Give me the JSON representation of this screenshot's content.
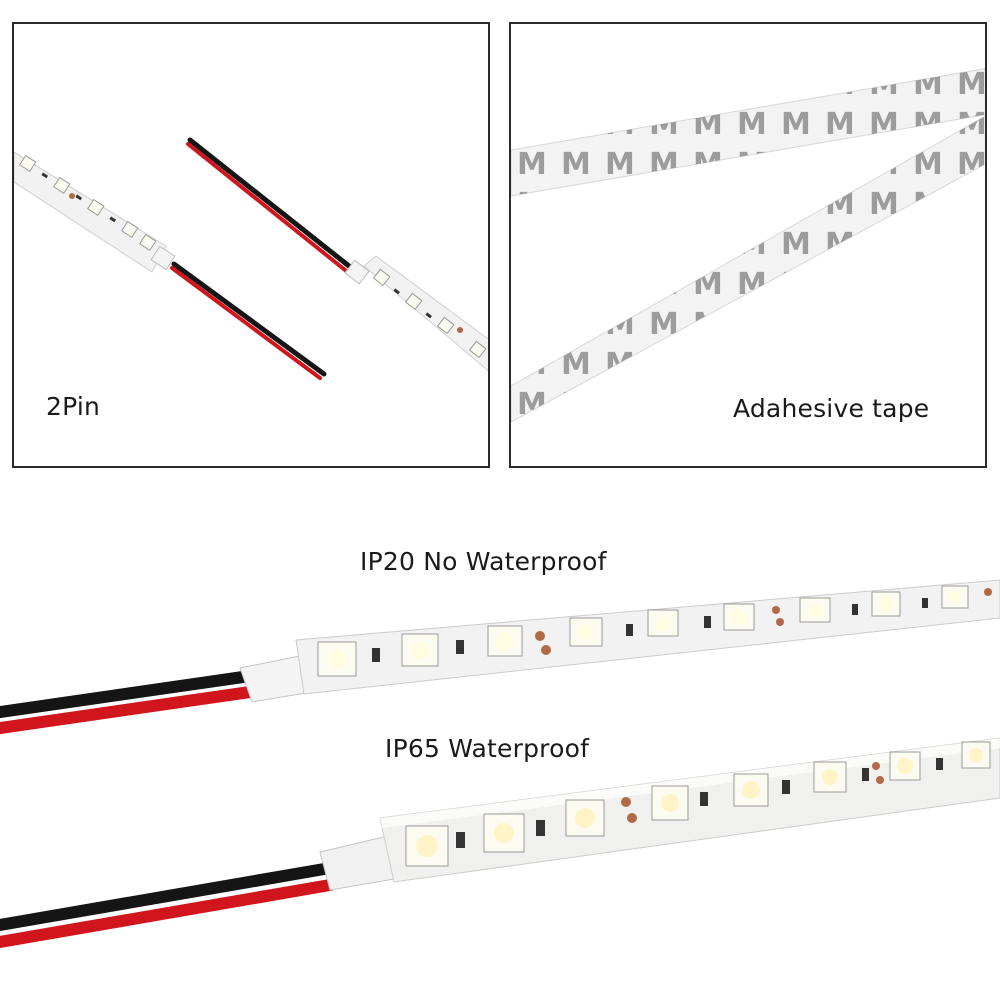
{
  "captions": {
    "pin": "2Pin",
    "tape": "Adahesive tape",
    "ip20": "IP20 No Waterproof",
    "ip65": "IP65 Waterproof"
  },
  "colors": {
    "border": "#2a2a2a",
    "strip": "#f2f2f2",
    "led": "#fbfbf2",
    "wire_red": "#d0151c",
    "wire_black": "#151515",
    "tape_mark": "#8d8d8d",
    "resistor": "#333333",
    "pad": "#b06a45"
  }
}
